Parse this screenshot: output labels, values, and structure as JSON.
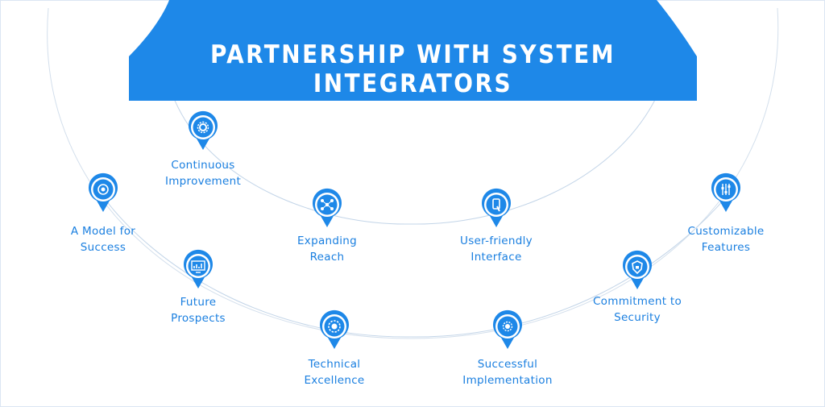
{
  "title": "PARTNERSHIP WITH SYSTEM INTEGRATORS",
  "colors": {
    "accent": "#1e88e8",
    "text": "#1a7fe0",
    "line": "#b8cde3"
  },
  "nodes": [
    {
      "id": "continuous-improvement",
      "label": "Continuous\nImprovement",
      "icon": "gear-icon"
    },
    {
      "id": "model-for-success",
      "label": "A Model for\nSuccess",
      "icon": "badge-icon"
    },
    {
      "id": "expanding-reach",
      "label": "Expanding\nReach",
      "icon": "network-icon"
    },
    {
      "id": "user-friendly-interface",
      "label": "User-friendly\nInterface",
      "icon": "touch-icon"
    },
    {
      "id": "customizable-features",
      "label": "Customizable\nFeatures",
      "icon": "sliders-icon"
    },
    {
      "id": "future-prospects",
      "label": "Future\nProspects",
      "icon": "chart-icon"
    },
    {
      "id": "commitment-to-security",
      "label": "Commitment to\nSecurity",
      "icon": "shield-icon"
    },
    {
      "id": "technical-excellence",
      "label": "Technical\nExcellence",
      "icon": "cogs-icon"
    },
    {
      "id": "successful-implementation",
      "label": "Successful\nImplementation",
      "icon": "rocket-icon"
    }
  ]
}
